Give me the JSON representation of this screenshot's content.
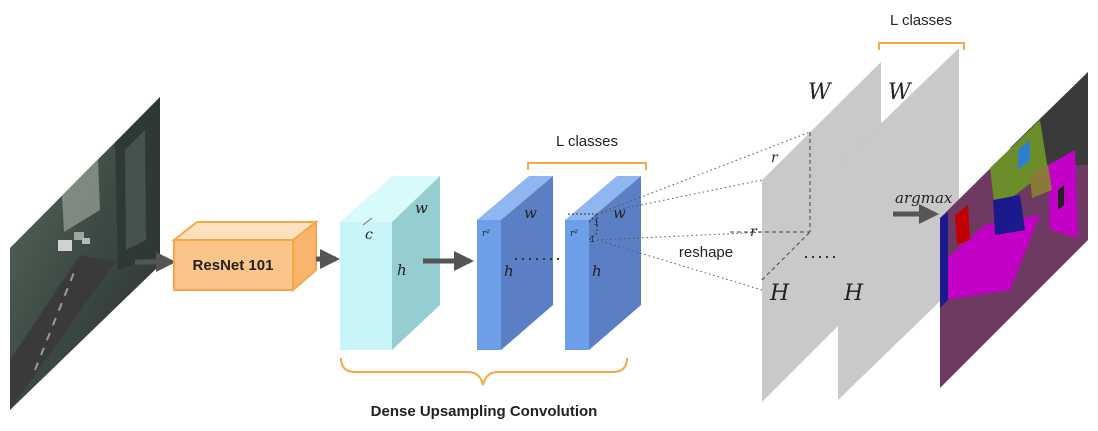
{
  "backbone": {
    "label": "ResNet 101"
  },
  "duc": {
    "title": "Dense Upsampling Convolution",
    "feature_map": {
      "c": "c",
      "h": "h",
      "w": "w"
    },
    "classes_top": "L  classes",
    "map1": {
      "r2": "r²",
      "w": "w",
      "h": "h"
    },
    "map2": {
      "r2": "r²",
      "w": "w",
      "h": "h",
      "one_a": "1",
      "one_b": "1"
    }
  },
  "reshape": {
    "label": "reshape",
    "r_top": "r",
    "r_mid": "r"
  },
  "output_maps": {
    "classes_top": "L  classes",
    "plane1": {
      "W": "W",
      "H": "H"
    },
    "plane2": {
      "W": "W",
      "H": "H"
    }
  },
  "argmax": {
    "label": "argmax"
  },
  "colors": {
    "backbone_fill": "#FBC58A",
    "backbone_stroke": "#F5A847",
    "feature_front": "#C8F5F8",
    "feature_side": "#96CDD0",
    "map_front": "#6D9EE8",
    "map_side": "#5A7FC4",
    "plane": "#C9C9C9",
    "brace": "#F5A847",
    "arrow": "#555555"
  }
}
